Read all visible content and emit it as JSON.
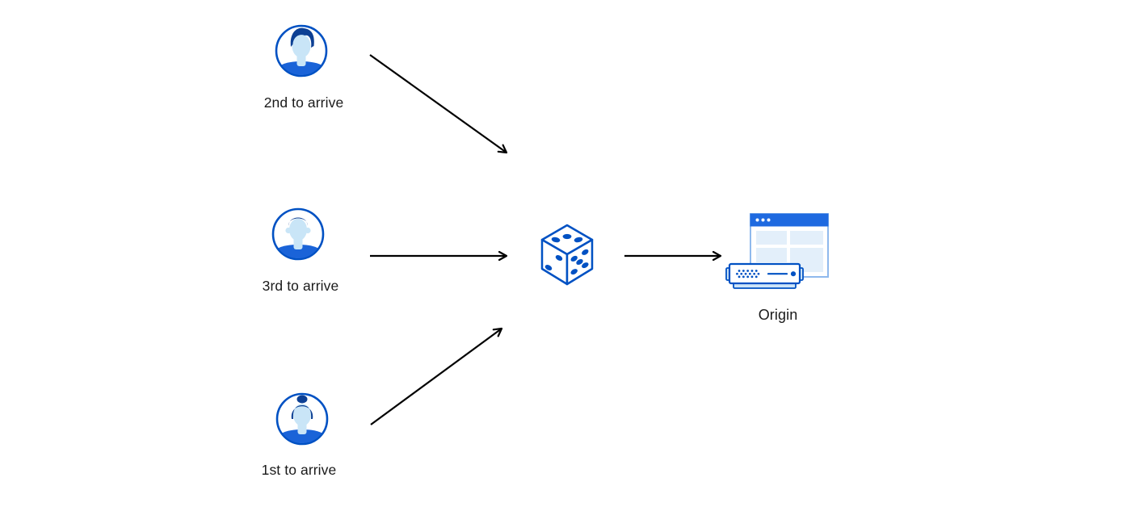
{
  "diagram": {
    "clients": [
      {
        "label": "2nd to arrive",
        "icon": "man-wavy-hair-avatar-icon"
      },
      {
        "label": "3rd to arrive",
        "icon": "man-short-hair-avatar-icon"
      },
      {
        "label": "1st to arrive",
        "icon": "woman-bun-avatar-icon"
      }
    ],
    "selector": {
      "icon": "dice-icon"
    },
    "origin": {
      "label": "Origin",
      "icon": "origin-server-icon"
    },
    "edges": [
      {
        "from": "2nd to arrive",
        "to": "dice"
      },
      {
        "from": "3rd to arrive",
        "to": "dice"
      },
      {
        "from": "1st to arrive",
        "to": "dice"
      },
      {
        "from": "dice",
        "to": "Origin"
      }
    ],
    "colors": {
      "background": "#ffffff",
      "outline_blue": "#0051c3",
      "bright_blue": "#1a63d8",
      "navy_hair": "#0d4094",
      "light_blue_face": "#c9e5f7",
      "pale_blue_fill": "#e3effa",
      "soft_blue_fill": "#cde4f8",
      "window_border": "#8fb9ed",
      "arrow_black": "#000000",
      "label_text": "#1a1a1a"
    }
  }
}
